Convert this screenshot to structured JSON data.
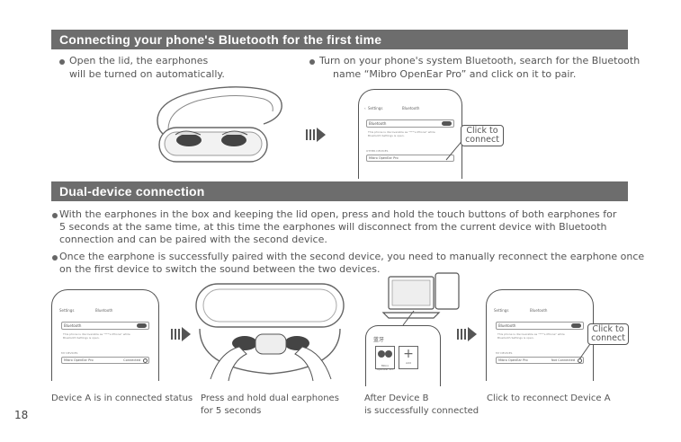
{
  "sections": {
    "first_time": {
      "title": "Connecting your phone's Bluetooth for the first time",
      "step1": {
        "line1": "Open the lid, the earphones",
        "line2": "will be turned on automatically."
      },
      "step2": {
        "line1": "Turn on your phone's system Bluetooth, search for the Bluetooth",
        "line2": "name “Mibro OpenEar Pro” and click on it to pair."
      },
      "callout": "Click to connect"
    },
    "dual": {
      "title": "Dual-device connection",
      "para1": [
        "With the earphones in the box and keeping the lid open, press and hold the touch buttons of both earphones for",
        "5 seconds at the same time, at this time the earphones will disconnect from the current device with Bluetooth",
        "connection and can be paired with the second device."
      ],
      "para2": [
        "Once the earphone is successfully paired with the second device, you need to manually reconnect the earphone once",
        "on the first device to switch the sound between the two devices."
      ],
      "callout": "Click to connect"
    }
  },
  "phone": {
    "settings": "Settings",
    "bluetooth_header": "Bluetooth",
    "bluetooth_row": "Bluetooth",
    "hint": "This phone is discoverable as \"***'s iPhone\" while Bluetooth Settings is open.",
    "my_devices": "MY DEVICES",
    "other_devices": "OTHER DEVICES",
    "device": "Mibro OpenEar Pro",
    "connected": "Connected",
    "not_connected": "Not Connected"
  },
  "tablet": {
    "heading": "蓝牙",
    "add_label": "Add"
  },
  "captions": {
    "c1": "Device A is in connected status",
    "c2_l1": "Press and hold dual earphones",
    "c2_l2": "for 5 seconds",
    "c3_l1": "After Device B",
    "c3_l2": "is successfully connected",
    "c4": "Click to reconnect Device A"
  },
  "page_number": "18",
  "colors": {
    "banner": "#6d6d6d",
    "line": "#555555"
  }
}
